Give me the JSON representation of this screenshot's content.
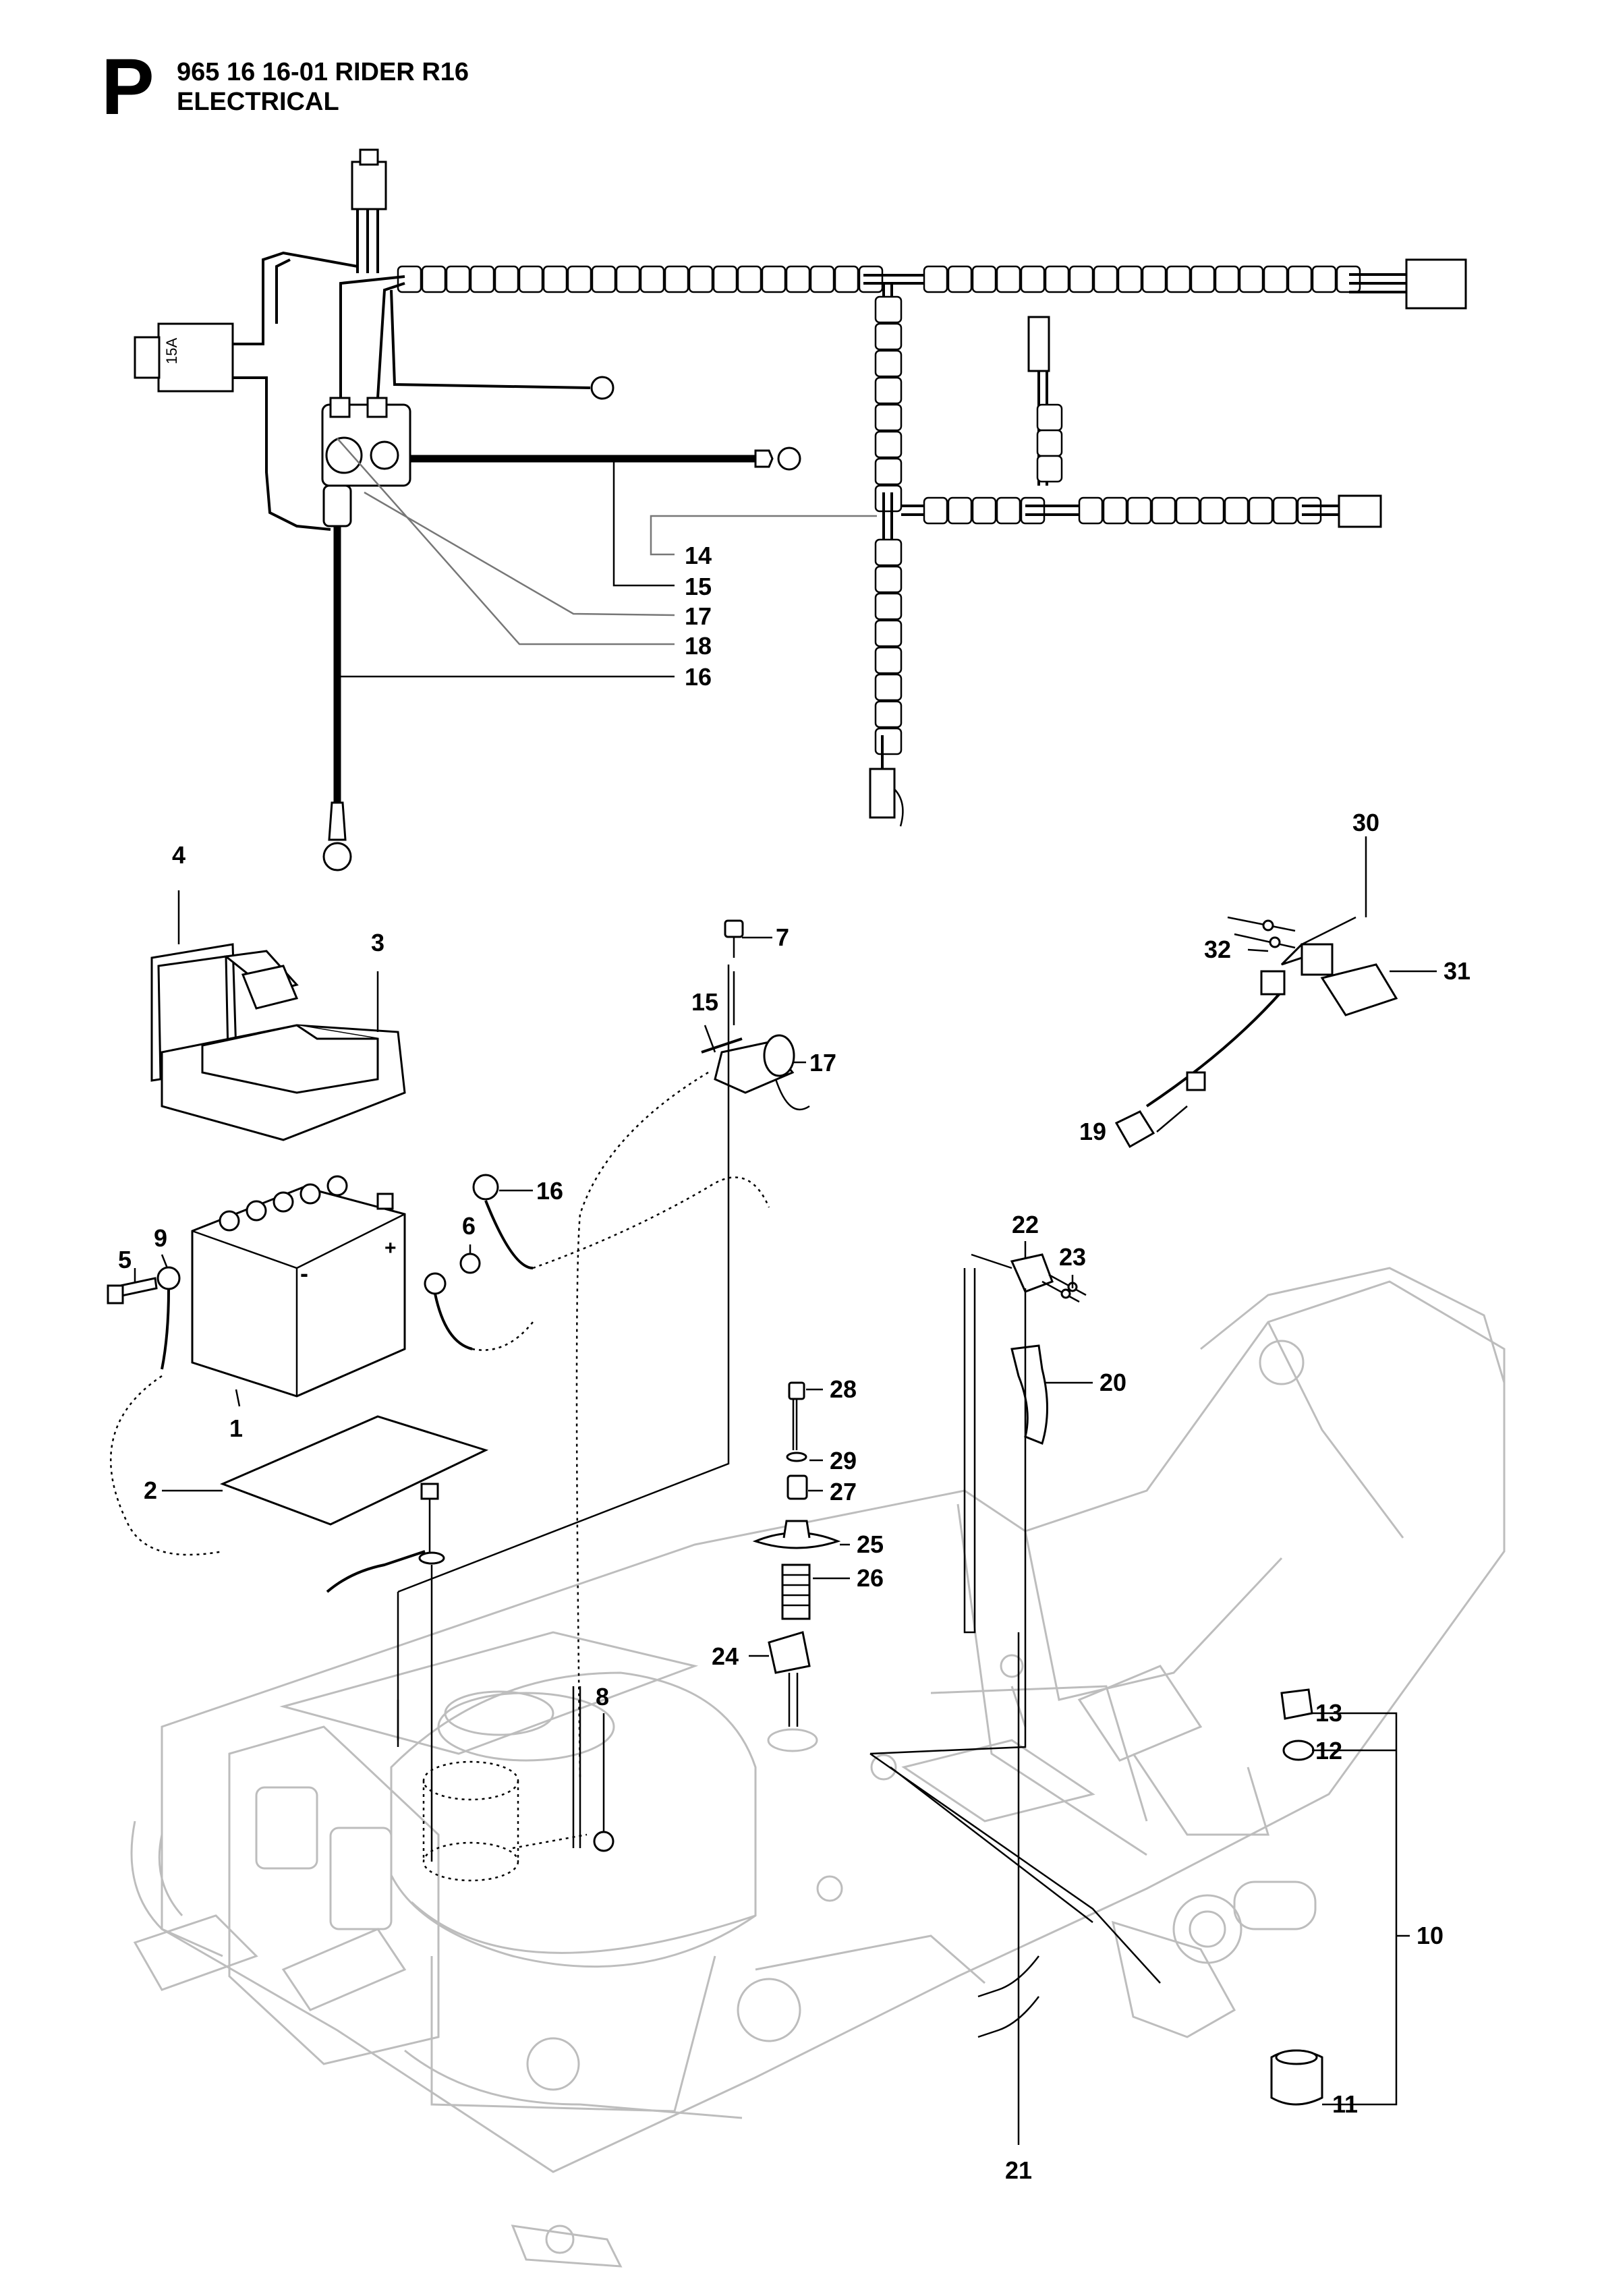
{
  "header": {
    "letter": "P",
    "model": "965 16 16-01 RIDER R16",
    "section": "ELECTRICAL"
  },
  "callouts": {
    "c1": "1",
    "c2": "2",
    "c3": "3",
    "c4": "4",
    "c5": "5",
    "c6": "6",
    "c7": "7",
    "c8": "8",
    "c9": "9",
    "c10": "10",
    "c11": "11",
    "c12": "12",
    "c13": "13",
    "c14": "14",
    "c15": "15",
    "c16a": "16",
    "c16b": "16",
    "c17a": "17",
    "c17b": "17",
    "c18": "18",
    "c19": "19",
    "c20": "20",
    "c21": "21",
    "c22": "22",
    "c23": "23",
    "c24": "24",
    "c25": "25",
    "c26": "26",
    "c27": "27",
    "c28": "28",
    "c29": "29",
    "c30": "30",
    "c31": "31",
    "c32": "32",
    "c15b": "15"
  },
  "fuse_label": "15A",
  "battery_plus": "+",
  "battery_minus": "-"
}
